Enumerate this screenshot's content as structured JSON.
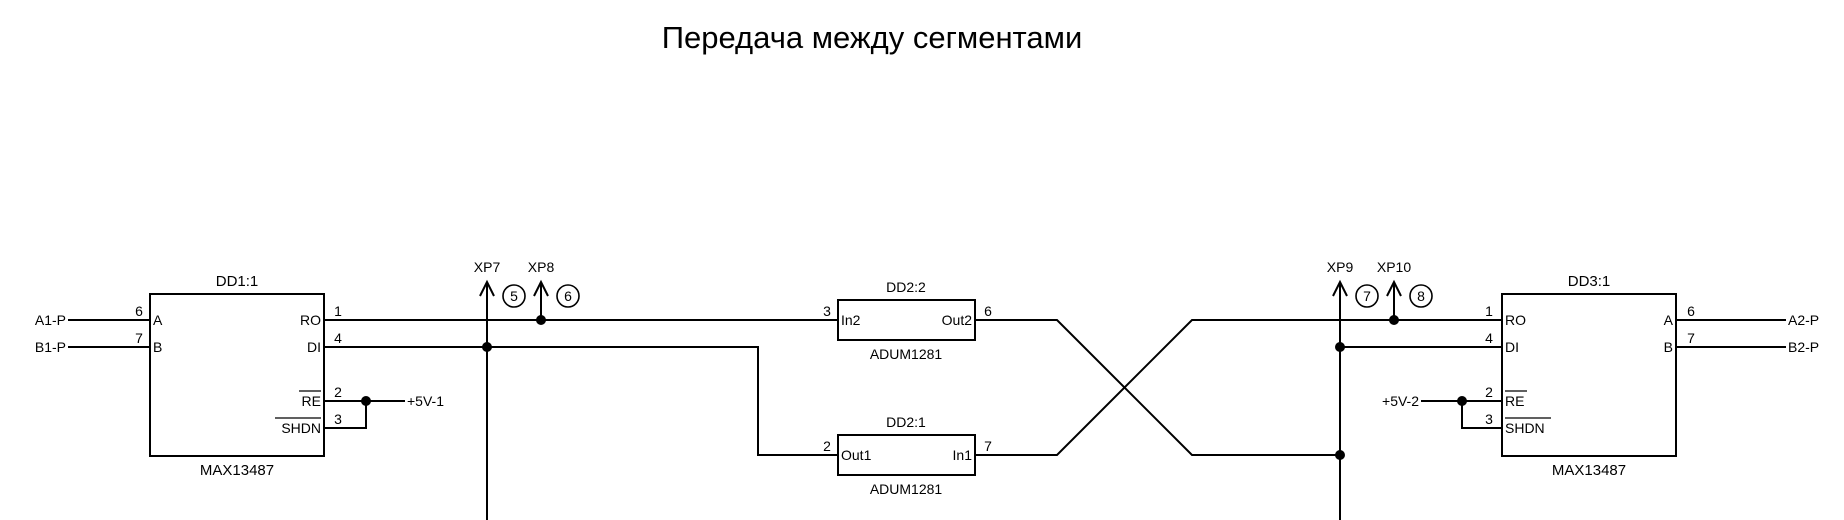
{
  "title": "Передача между сегментами",
  "components": {
    "dd1": {
      "ref": "DD1:1",
      "part": "MAX13487",
      "pins": {
        "A": "A",
        "B": "B",
        "RO": "RO",
        "DI": "DI",
        "RE": "RE",
        "SHDN": "SHDN"
      },
      "nums": {
        "A": "6",
        "B": "7",
        "RO": "1",
        "DI": "4",
        "RE": "2",
        "SHDN": "3"
      }
    },
    "dd22": {
      "ref": "DD2:2",
      "part": "ADUM1281",
      "pins": {
        "in": "In2",
        "out": "Out2"
      },
      "nums": {
        "in": "3",
        "out": "6"
      }
    },
    "dd21": {
      "ref": "DD2:1",
      "part": "ADUM1281",
      "pins": {
        "in": "In1",
        "out": "Out1"
      },
      "nums": {
        "in": "7",
        "out": "2"
      }
    },
    "dd3": {
      "ref": "DD3:1",
      "part": "MAX13487",
      "pins": {
        "A": "A",
        "B": "B",
        "RO": "RO",
        "DI": "DI",
        "RE": "RE",
        "SHDN": "SHDN"
      },
      "nums": {
        "A": "6",
        "B": "7",
        "RO": "1",
        "DI": "4",
        "RE": "2",
        "SHDN": "3"
      }
    }
  },
  "nets": {
    "a1": "A1-P",
    "b1": "B1-P",
    "a2": "A2-P",
    "b2": "B2-P",
    "pwr1": "+5V-1",
    "pwr2": "+5V-2"
  },
  "test_points": {
    "xp7": {
      "label": "XP7",
      "num": "5"
    },
    "xp8": {
      "label": "XP8",
      "num": "6"
    },
    "xp9": {
      "label": "XP9",
      "num": "7"
    },
    "xp10": {
      "label": "XP10",
      "num": "8"
    }
  }
}
